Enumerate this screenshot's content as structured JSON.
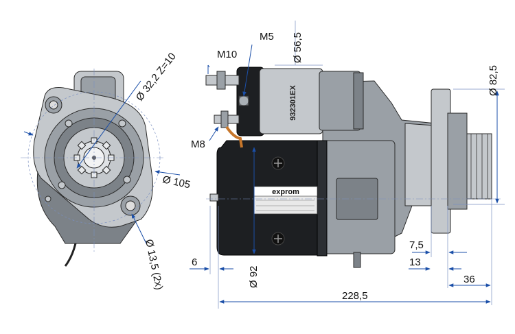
{
  "part_number": "932301EX",
  "brand": "exprom",
  "dimensions": {
    "pinion": "Ø 32,2 Z=10",
    "bolt_circle": "Ø 105",
    "hole": "Ø 13,5 (2x)",
    "term_m10": "M10",
    "term_m5": "M5",
    "term_m8": "M8",
    "solenoid_dia": "Ø 56,5",
    "flange_dia": "Ø 82,5",
    "flange_6": "6",
    "motor_dia": "Ø 92",
    "d_7_5": "7,5",
    "d_13": "13",
    "d_36": "36",
    "length": "228,5"
  },
  "colors": {
    "dimension_line": "#1b4fa8",
    "body_black": "#1d1f22",
    "steel": "#9aa0a6"
  }
}
